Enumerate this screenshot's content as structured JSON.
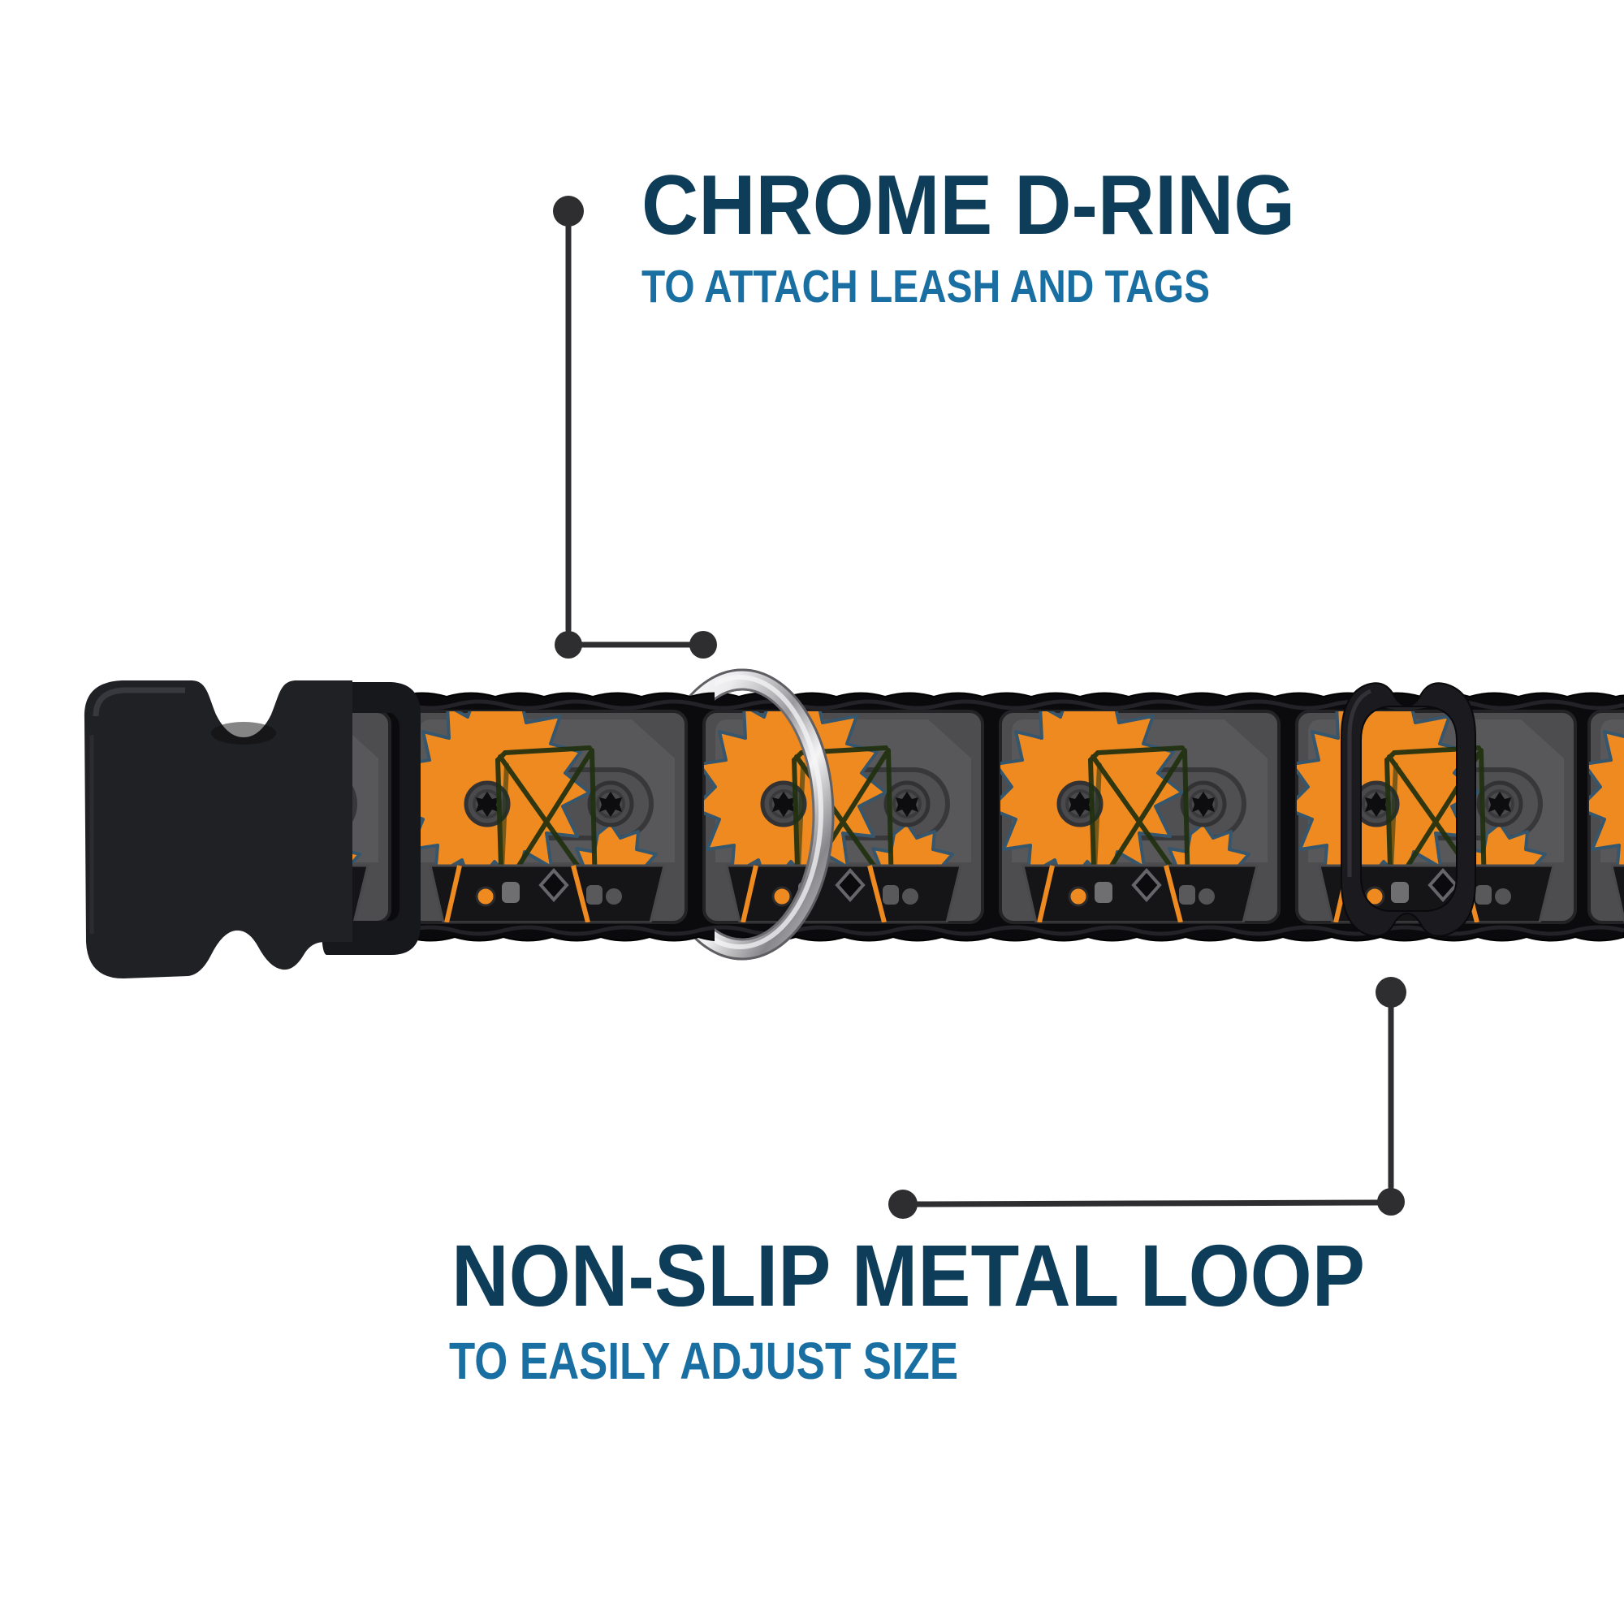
{
  "page": {
    "kind": "product feature annotation image",
    "background_color": "#ffffff"
  },
  "callouts": [
    {
      "id": "chrome-d-ring",
      "title": "CHROME D-RING",
      "subtitle": "TO ATTACH LEASH AND TAGS"
    },
    {
      "id": "non-slip-metal-loop",
      "title": "NON-SLIP METAL LOOP",
      "subtitle": "TO EASILY ADJUST SIZE"
    }
  ],
  "product": {
    "name": "dog-collar",
    "parts": [
      {
        "name": "side-release-buckle",
        "color": "#202125"
      },
      {
        "name": "chrome-d-ring",
        "color": "#c9c9cc"
      },
      {
        "name": "non-slip-metal-loop",
        "color": "#1b1b1f"
      },
      {
        "name": "collar-webbing",
        "color": "#0a0a0c"
      },
      {
        "name": "cassette-tape-pattern",
        "body_color": "#515154",
        "accent_color": "#ee8a1f"
      }
    ]
  },
  "colors": {
    "title": "#0e3d59",
    "subtitle": "#1a6fa2",
    "connector": "#2e2e30",
    "pattern_orange": "#ee8a1f",
    "webbing_black": "#0a0a0c"
  }
}
